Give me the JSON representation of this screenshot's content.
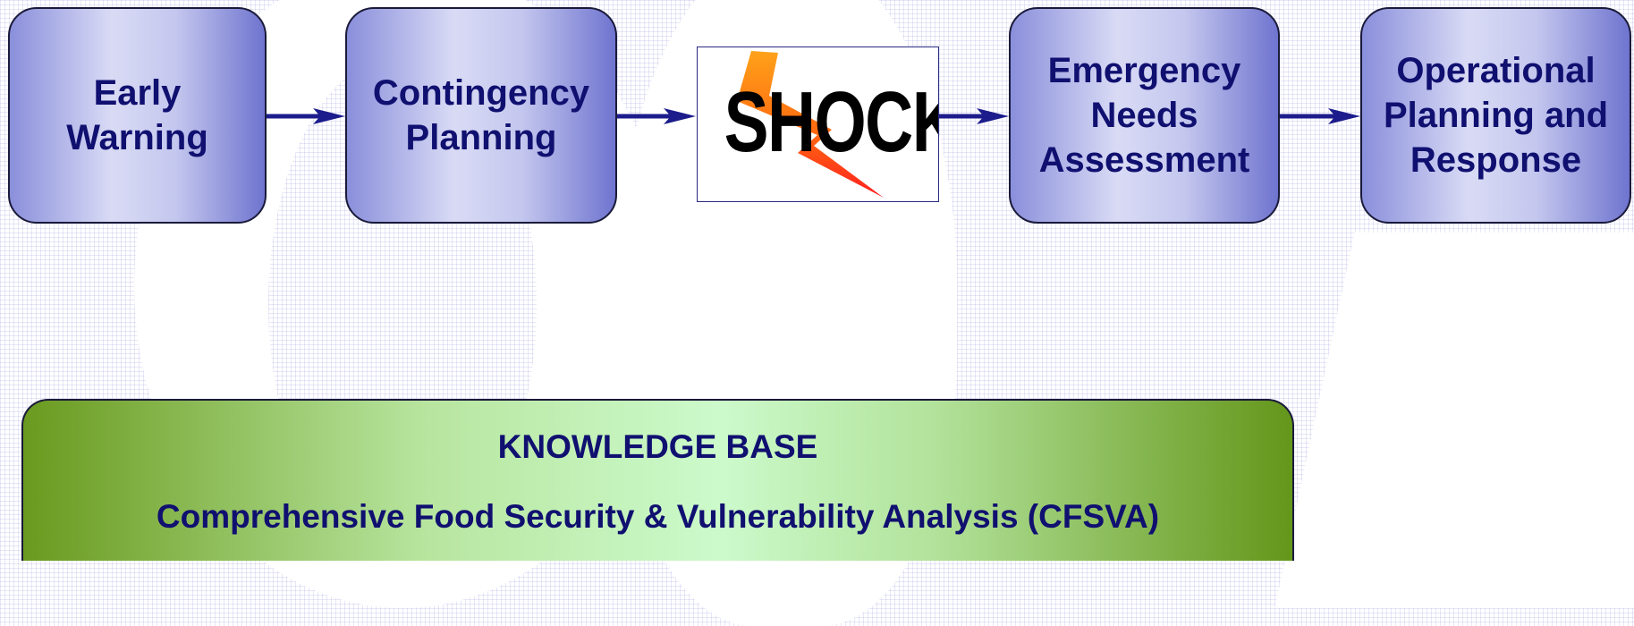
{
  "flow": {
    "early_warning": "Early\nWarning",
    "contingency_planning": "Contingency\nPlanning",
    "shock": "SHOCK",
    "emergency_needs": "Emergency\nNeeds\nAssessment",
    "operational_planning": "Operational\nPlanning and\nResponse"
  },
  "knowledge_base": {
    "title": "KNOWLEDGE BASE",
    "subtitle": "Comprehensive Food Security & Vulnerability Analysis (CFSVA)"
  },
  "colors": {
    "box_fill": "#a9ace6",
    "text": "#101070",
    "arrow": "#1c1c8c",
    "knowledge_base_fill": "#9fd47a"
  }
}
